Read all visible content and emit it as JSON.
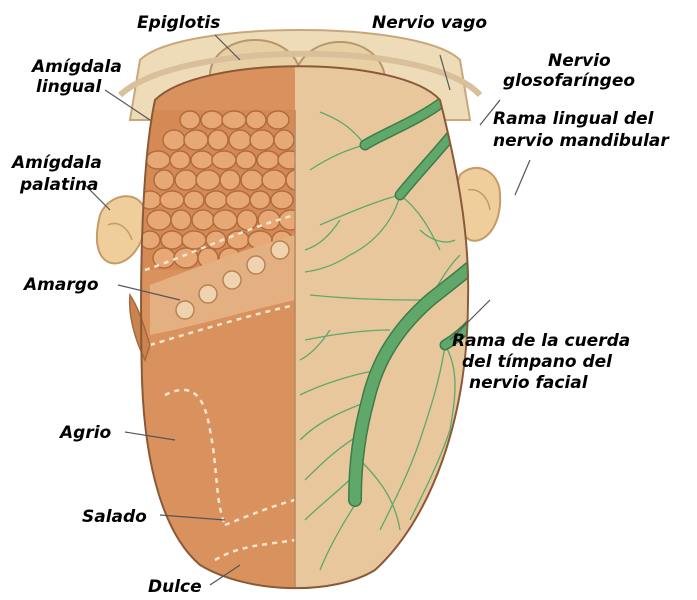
{
  "labels": {
    "epiglotis": "Epiglotis",
    "amigdala_lingual_1": "Amígdala",
    "amigdala_lingual_2": "lingual",
    "amigdala_palatina_1": "Amígdala",
    "amigdala_palatina_2": "palatina",
    "amargo": "Amargo",
    "agrio": "Agrio",
    "salado": "Salado",
    "dulce": "Dulce",
    "nervio_vago": "Nervio vago",
    "glosofaringeo_1": "Nervio",
    "glosofaringeo_2": "glosofaríngeo",
    "mandibular_1": "Rama lingual del",
    "mandibular_2": "nervio mandibular",
    "cuerda_1": "Rama de la cuerda",
    "cuerda_2": "del tímpano del",
    "cuerda_3": "nervio facial"
  },
  "colors": {
    "tongue_left": "#d9915e",
    "tongue_right": "#e9c79c",
    "papillae": "#d58a55",
    "nerve": "#5fa86a",
    "nerve_outline": "#3e7b49",
    "epiglottis": "#eedcb8",
    "tonsil": "#f0ce9c",
    "leader": "#555555"
  }
}
